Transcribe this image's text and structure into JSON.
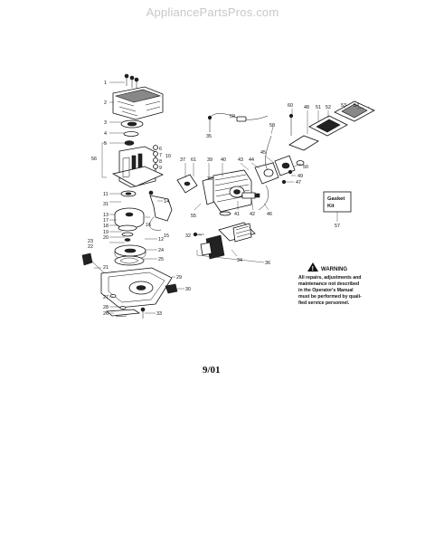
{
  "header": {
    "site": "AppliancePartsPros.com"
  },
  "diagram": {
    "date_code": "9/01",
    "gasket_kit": {
      "line1": "Gasket",
      "line2": "Kit",
      "number": "57"
    },
    "warning": {
      "title": "WARNING",
      "lines": [
        "All repairs, adjustments and",
        "maintenance not described",
        "in the Operator's Manual",
        "must be performed by quali-",
        "fied service personnel."
      ]
    },
    "callouts": [
      "1",
      "2",
      "3",
      "4",
      "5",
      "6",
      "7",
      "8",
      "9",
      "10",
      "11",
      "12",
      "13",
      "14",
      "15",
      "16",
      "17",
      "18",
      "19",
      "20",
      "21",
      "22",
      "23",
      "24",
      "25",
      "26",
      "27",
      "28",
      "29",
      "30",
      "31",
      "32",
      "33",
      "34",
      "35",
      "36",
      "37",
      "38",
      "39",
      "40",
      "41",
      "42",
      "43",
      "44",
      "45",
      "46",
      "47",
      "48",
      "49",
      "50",
      "51",
      "52",
      "53",
      "54",
      "55",
      "56",
      "57",
      "58",
      "59",
      "60",
      "61"
    ]
  }
}
